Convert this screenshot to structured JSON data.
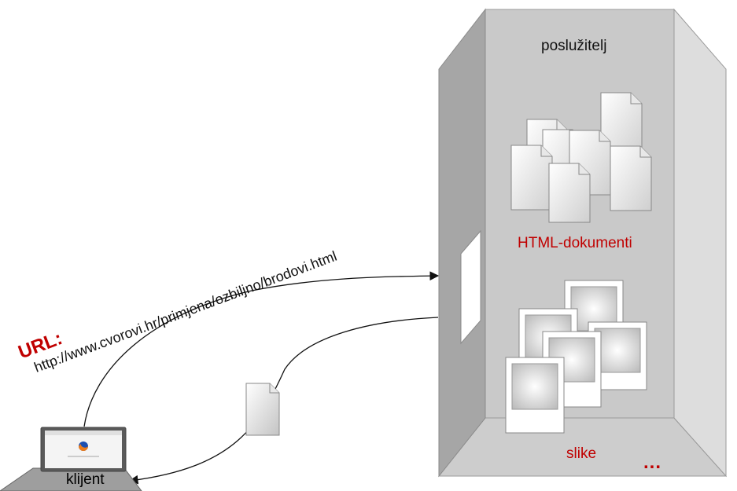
{
  "server": {
    "title": "poslužitelj",
    "html_docs_label": "HTML-dokumenti",
    "images_label": "slike",
    "more_label": "..."
  },
  "client": {
    "label": "klijent"
  },
  "request": {
    "label": "URL:",
    "url": "http://www.cvorovi.hr/primjena/ozbiljno/brodovi.html"
  },
  "colors": {
    "accent": "#c00000",
    "server_front": "#a6a6a6",
    "server_back": "#c8c8c8",
    "server_side": "#dcdcdc"
  },
  "icons": [
    "document-icon",
    "photo-icon",
    "laptop-icon",
    "firefox-icon"
  ]
}
